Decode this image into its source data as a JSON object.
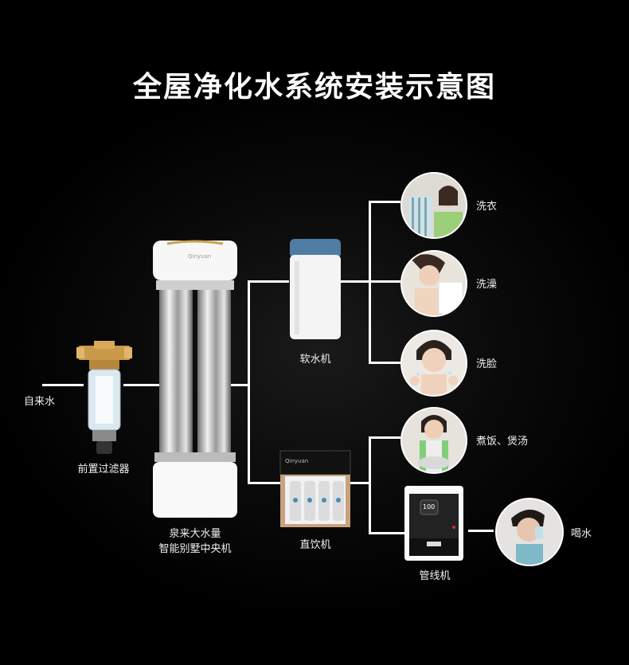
{
  "title": "全屋净化水系统安装示意图",
  "source": {
    "label": "自来水"
  },
  "prefilter": {
    "label": "前置过滤器"
  },
  "central": {
    "label_line1": "泉来大水量",
    "label_line2": "智能别墅中央机",
    "brand": "Qinyuan"
  },
  "softener": {
    "label": "软水机"
  },
  "direct_drinker": {
    "label": "直饮机",
    "brand": "Qinyuan"
  },
  "pipeline_machine": {
    "label": "管线机",
    "display": "100"
  },
  "uses": [
    {
      "label": "洗衣",
      "icon": "laundry-photo"
    },
    {
      "label": "洗澡",
      "icon": "bath-photo"
    },
    {
      "label": "洗脸",
      "icon": "face-wash-photo"
    },
    {
      "label": "煮饭、煲汤",
      "icon": "cooking-photo"
    },
    {
      "label": "喝水",
      "icon": "drinking-photo"
    }
  ]
}
